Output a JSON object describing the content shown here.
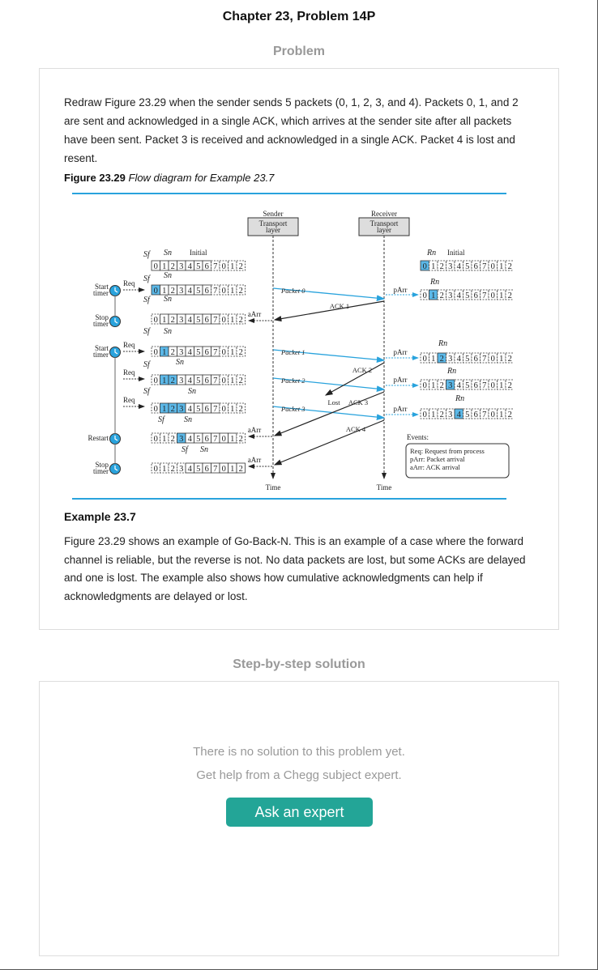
{
  "chapter_title": "Chapter 23, Problem 14P",
  "problem_heading": "Problem",
  "problem_text": "Redraw Figure 23.29 when the sender sends 5 packets (0, 1, 2, 3, and 4). Packets 0, 1, and 2 are sent and acknowledged in a single ACK, which arrives at the sender site after all packets have been sent. Packet 3 is received and acknowledged in a single ACK. Packet 4 is lost and resent.",
  "figure": {
    "label": "Figure 23.29",
    "caption": "Flow diagram for Example 23.7",
    "sender_label": "Sender",
    "receiver_label": "Receiver",
    "layer_label_1": "Transport",
    "layer_label_2": "layer",
    "initial_label": "Initial",
    "time_label": "Time",
    "sf_label": "Sf",
    "sn_label": "Sn",
    "rn_label": "Rn",
    "timer_events": [
      "Start timer",
      "Stop timer",
      "Start timer",
      "Restart",
      "Stop timer"
    ],
    "req_label": "Req",
    "aarr_label": "aArr",
    "parr_label": "pArr",
    "packets": [
      "Packet 0",
      "Packet 1",
      "Packet 2",
      "Packet 3"
    ],
    "acks": [
      "ACK 1",
      "ACK 2",
      "ACK 3",
      "ACK 4"
    ],
    "lost_label": "Lost",
    "events_title": "Events:",
    "events": [
      "Req: Request from process",
      "pArr: Packet arrival",
      "aArr: ACK arrival"
    ],
    "seq_numbers": [
      "0",
      "1",
      "2",
      "3",
      "4",
      "5",
      "6",
      "7",
      "0",
      "1",
      "2"
    ]
  },
  "example_title": "Example 23.7",
  "example_text": "Figure 23.29 shows an example of Go-Back-N. This is an example of a case where the forward channel is reliable, but the reverse is not. No data packets are lost, but some ACKs are delayed and one is lost. The example also shows how cumulative acknowledgments can help if acknowledgments are delayed or lost.",
  "solution_heading": "Step-by-step solution",
  "no_solution_1": "There is no solution to this problem yet.",
  "no_solution_2": "Get help from a Chegg subject expert.",
  "ask_button": "Ask an expert",
  "colors": {
    "accent": "#23a597",
    "rule": "#29a3dd",
    "highlight": "#5bb8e8"
  }
}
